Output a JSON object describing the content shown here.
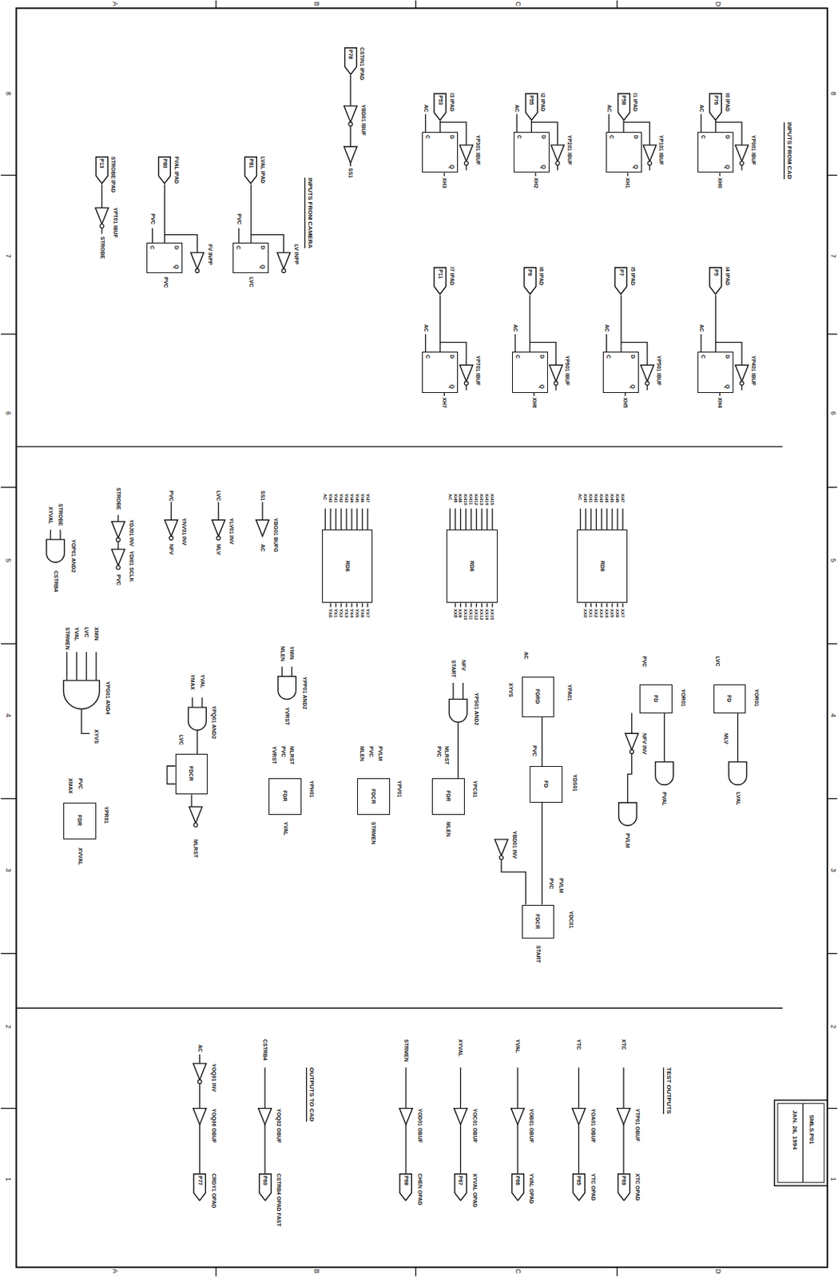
{
  "diagram": {
    "nodes": [
      {
        "text": [
          "P53"
        ]
      },
      {
        "text": [
          "P55"
        ]
      },
      {
        "text": [
          "P58"
        ]
      },
      {
        "text": [
          "P76"
        ]
      },
      {
        "text": [
          "P11"
        ]
      },
      {
        "text": [
          "P9"
        ]
      },
      {
        "text": [
          "P7"
        ]
      },
      {
        "text": [
          "P5"
        ]
      },
      {
        "text": [
          "C",
          "D",
          "Q"
        ]
      },
      {
        "text": [
          "C",
          "D",
          "Q"
        ]
      },
      {
        "text": [
          "C",
          "D",
          "Q"
        ]
      },
      {
        "text": [
          "C",
          "D",
          "Q"
        ]
      },
      {
        "text": [
          "C",
          "D",
          "Q"
        ]
      },
      {
        "text": [
          "C",
          "D",
          "Q"
        ]
      },
      {
        "text": [
          "C",
          "D",
          "Q"
        ]
      },
      {
        "text": [
          "C",
          "D",
          "Q"
        ]
      },
      {
        "text": [
          "P78"
        ]
      },
      {
        "text": [
          "P80"
        ]
      },
      {
        "text": [
          "P81"
        ]
      },
      {
        "text": [
          "P13"
        ]
      },
      {
        "text": [
          "C",
          "D",
          "Q"
        ]
      },
      {
        "text": [
          "C",
          "D",
          "Q"
        ]
      },
      {
        "text": [
          "RD8"
        ]
      },
      {
        "text": [
          "RD8"
        ]
      },
      {
        "text": [
          "RD8"
        ]
      },
      {
        "text": [
          "FDRD"
        ]
      },
      {
        "text": [
          "FD"
        ]
      },
      {
        "text": [
          "FDCR"
        ]
      },
      {
        "text": [
          "FD"
        ]
      },
      {
        "text": [
          "FD"
        ]
      },
      {
        "text": [
          "FDR"
        ]
      },
      {
        "text": [
          "FDCR"
        ]
      },
      {
        "text": [
          "FDR"
        ]
      },
      {
        "text": [
          "FDCR"
        ]
      },
      {
        "text": [
          "FDR"
        ]
      },
      {
        "text": [
          "P77"
        ]
      },
      {
        "text": [
          "P60"
        ]
      },
      {
        "text": [
          "P68"
        ]
      },
      {
        "text": [
          "P67"
        ]
      },
      {
        "text": [
          "P66"
        ]
      },
      {
        "text": [
          "P65"
        ]
      },
      {
        "text": [
          "P69"
        ]
      }
    ],
    "edges": [
      {
        "from": 0,
        "to": 8,
        "arrow": "none"
      },
      {
        "from": 1,
        "to": 9,
        "arrow": "none"
      },
      {
        "from": 2,
        "to": 10,
        "arrow": "none"
      },
      {
        "from": 3,
        "to": 11,
        "arrow": "none"
      },
      {
        "from": 4,
        "to": 12,
        "arrow": "none"
      },
      {
        "from": 5,
        "to": 13,
        "arrow": "none"
      },
      {
        "from": 6,
        "to": 14,
        "arrow": "none"
      },
      {
        "from": 7,
        "to": 15,
        "arrow": "none"
      },
      {
        "from": 17,
        "to": 20,
        "arrow": "none"
      },
      {
        "from": 18,
        "to": 21,
        "arrow": "none"
      },
      {
        "from": 25,
        "to": 26,
        "arrow": "none"
      },
      {
        "from": 26,
        "to": 27,
        "arrow": "none"
      }
    ],
    "labels": [
      "INPUTS FROM CAD",
      "INPUTS FROM CAMERA",
      "OUTPUTS TO CAD",
      "TEST OUTPUTS",
      "SMLS.P01",
      "JAN. 26, 1994",
      "A",
      "B",
      "C",
      "D",
      "A",
      "B",
      "C",
      "D",
      "8",
      "7",
      "6",
      "5",
      "4",
      "3",
      "2",
      "1",
      "8",
      "7",
      "6",
      "5",
      "4",
      "3",
      "2",
      "1",
      "I3 IPAD",
      "I2 IPAD",
      "I1 IPAD",
      "I0 IPAD",
      "I7 IPAD",
      "I6 IPAD",
      "I5 IPAD",
      "I4 IPAD",
      "YP301 IBUF",
      "YP201 IBUF",
      "YP101 IBUF",
      "YP001 IBUF",
      "YP701 IBUF",
      "YP601 IBUF",
      "YP501 IBUF",
      "YP401 IBUF",
      "AC",
      "AC",
      "AC",
      "AC",
      "AC",
      "AC",
      "AC",
      "AC",
      "XH3",
      "XH2",
      "XH1",
      "XH0",
      "XH7",
      "XH6",
      "XH5",
      "XH4",
      "CSTIN1 IPAD",
      "YBD01 IBUF",
      "SS1",
      "FVAL IPAD",
      "FV INPP",
      "PVC",
      "PVC",
      "LVAL IPAD",
      "LV INPP",
      "PVC",
      "LVC",
      "STROBE IPAD",
      "YPT01 IBUF",
      "STROBE",
      "STROBE",
      "YDJ01 INV",
      "YDI01 SCLK",
      "PVC",
      "PVC",
      "YNV01 INV",
      "NFV",
      "LVC",
      "YLV01 INV",
      "MLV",
      "SS1",
      "YBG01 BUFG",
      "AC",
      "XYVAL",
      "STROBE",
      "YOP01 AND2",
      "CSTRB4",
      "AC",
      "XH0",
      "XH1",
      "XH2",
      "XH3",
      "XH4",
      "XH5",
      "XH6",
      "XH7",
      "XX0",
      "XX1",
      "XX2",
      "XX3",
      "XX4",
      "XX5",
      "XX6",
      "XX7",
      "AC",
      "XH8",
      "XH9",
      "XH10",
      "XH11",
      "XH12",
      "XH13",
      "XH14",
      "XH15",
      "XX8",
      "XX9",
      "XX10",
      "XX11",
      "XX12",
      "XX13",
      "XX14",
      "XX15",
      "AC",
      "YH0",
      "YH1",
      "YH2",
      "YH3",
      "YH4",
      "YH5",
      "YH6",
      "YH7",
      "YX0",
      "YX1",
      "YX2",
      "YX3",
      "YX4",
      "YX5",
      "YX6",
      "YX7",
      "MLEN",
      "YMIN",
      "YPP01 AND2",
      "YVRST",
      "YVRST",
      "PVC",
      "MLRST",
      "YPH01",
      "YVAL",
      "MLEN",
      "PVC",
      "PVLM",
      "YPV01",
      "STRMEN",
      "START",
      "NFV",
      "YPS01 AND2",
      "PVC",
      "MLRST",
      "YPC01",
      "MLEN",
      "AC",
      "XYVS",
      "YPA01",
      "PVC",
      "YDS01",
      "YBD01 INV",
      "PVC",
      "PVLM",
      "YDC01",
      "START",
      "PVC",
      "YOR01",
      "LVC",
      "YOR01",
      "NFV INV",
      "PVAL",
      "PVLM",
      "MLV",
      "LVAL",
      "YMAX",
      "YVAL",
      "YPQ01 AND2",
      "LVC",
      "MLRST",
      "STRMEN",
      "YVAL",
      "LVC",
      "XMIN",
      "YPG01 AND4",
      "XYVS",
      "XMAX",
      "PVC",
      "YPR01",
      "XVVAL",
      "AC",
      "YOQ01 INV",
      "YOQ06 OBUF",
      "CRDY1 OPAD",
      "CSTRB4",
      "YOQ02 OBUF",
      "CSTRB4 OPAD FAST",
      "STRMEN",
      "YOD01 OBUF",
      "CHEN OPAD",
      "XYVAL",
      "YOC01 OBUF",
      "XYVAL OPAD",
      "YVAL",
      "YOB01 OBUF",
      "YVAL OPAD",
      "YTC",
      "YOA01 OBUF",
      "YTC OPAD",
      "XTC",
      "YTP01 OBUF",
      "XTC OPAD"
    ]
  }
}
